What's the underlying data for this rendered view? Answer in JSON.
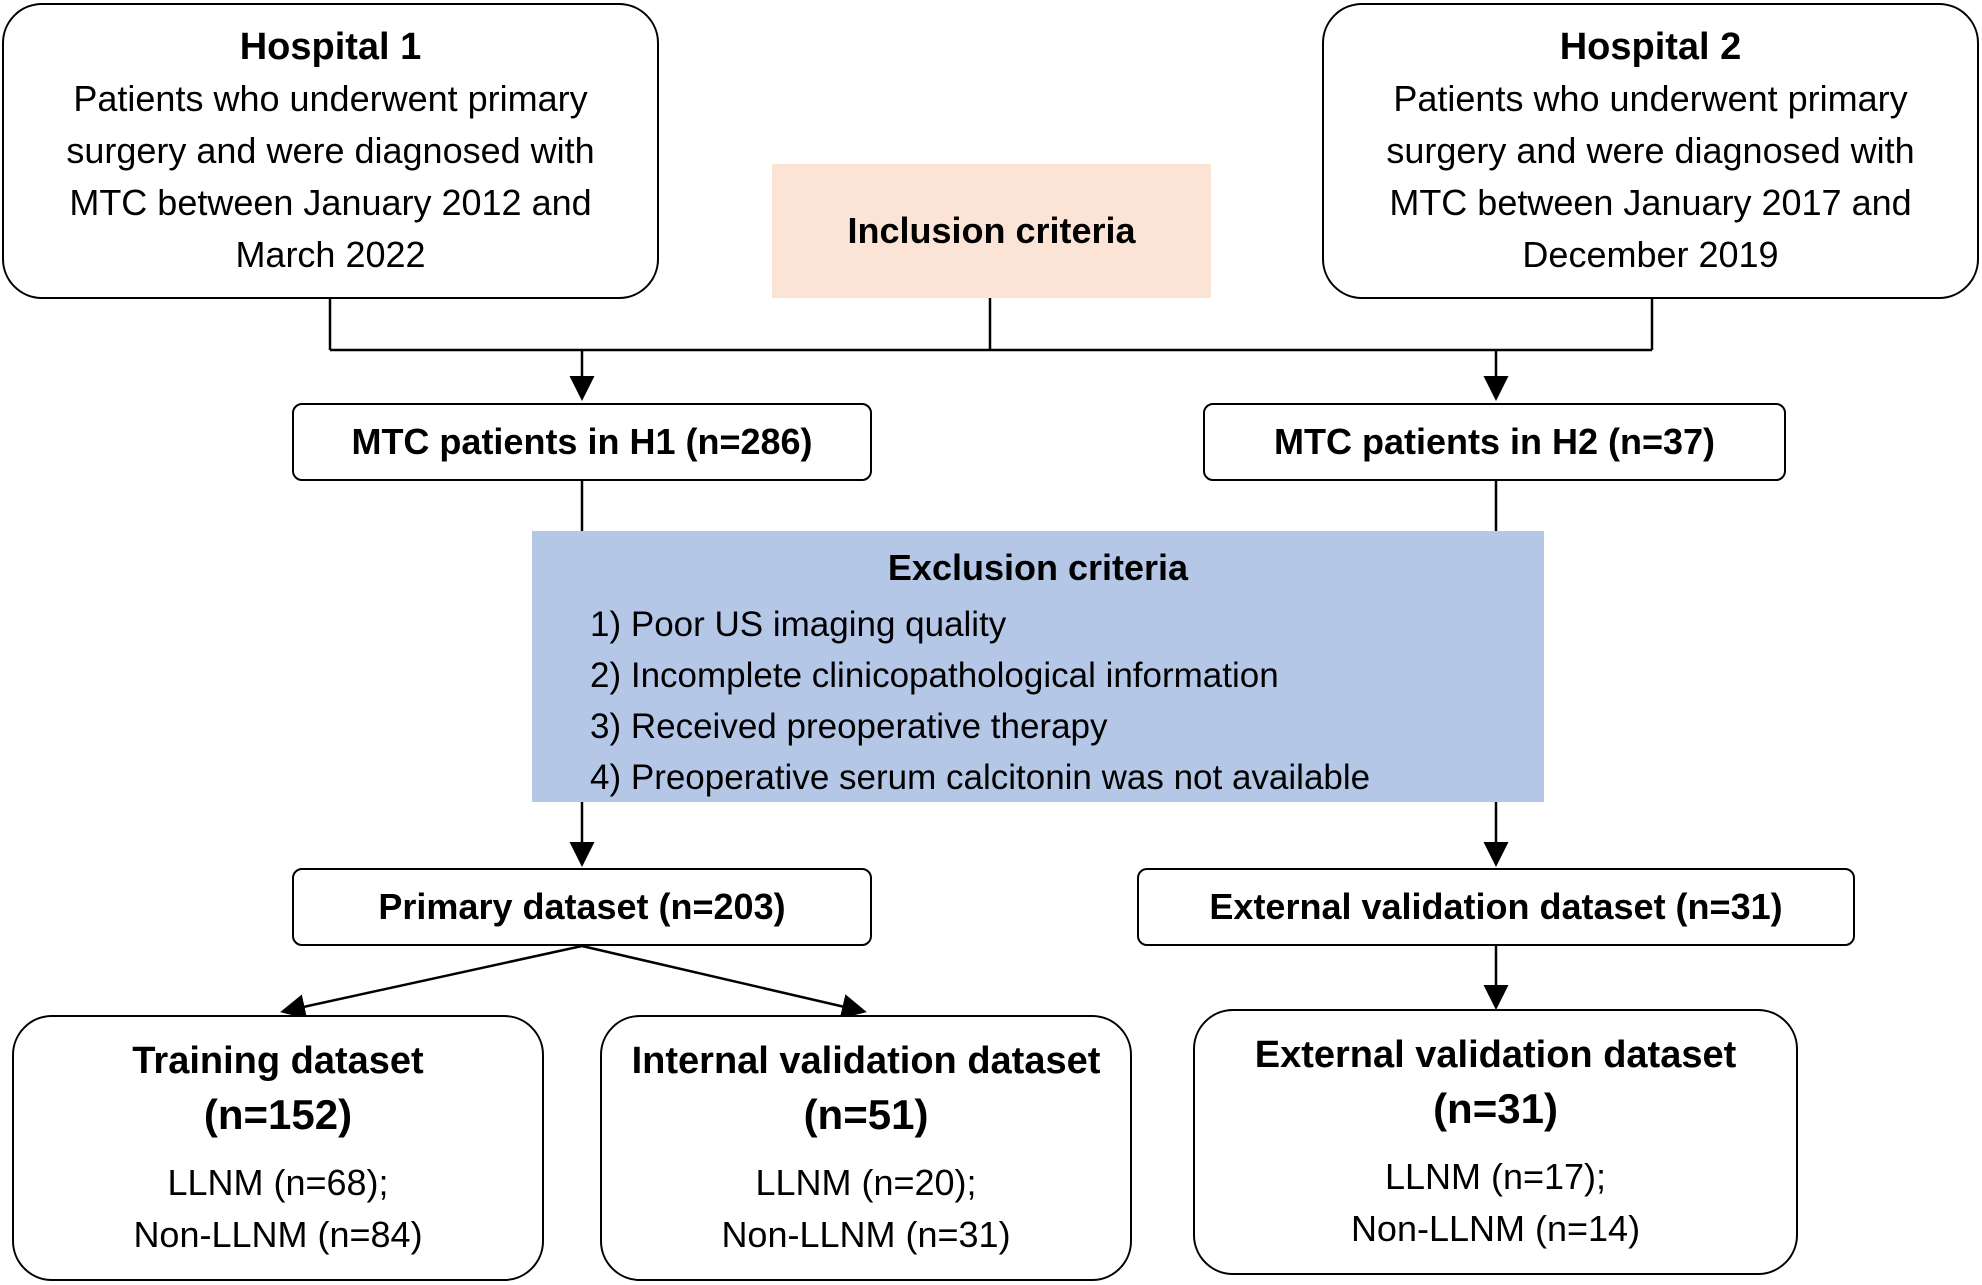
{
  "hospital1": {
    "title": "Hospital 1",
    "lines": [
      "Patients who underwent primary",
      "surgery and were diagnosed with",
      "MTC between January 2012 and",
      "March 2022"
    ]
  },
  "hospital2": {
    "title": "Hospital 2",
    "lines": [
      "Patients who underwent primary",
      "surgery and were diagnosed with",
      "MTC between January 2017 and",
      "December 2019"
    ]
  },
  "inclusion": {
    "label": "Inclusion criteria"
  },
  "h1_patients": {
    "label": "MTC patients in H1 (n=286)"
  },
  "h2_patients": {
    "label": "MTC patients in H2 (n=37)"
  },
  "exclusion": {
    "title": "Exclusion criteria",
    "items": [
      "1) Poor US imaging quality",
      "2) Incomplete clinicopathological information",
      "3) Received preoperative therapy",
      "4) Preoperative serum calcitonin was not available"
    ]
  },
  "primary": {
    "label": "Primary dataset (n=203)"
  },
  "external_mid": {
    "label": "External validation dataset (n=31)"
  },
  "training": {
    "title": "Training dataset",
    "n": "(n=152)",
    "llnm": "LLNM (n=68);",
    "non_llnm": "Non-LLNM (n=84)"
  },
  "internal": {
    "title": "Internal validation dataset",
    "n": "(n=51)",
    "llnm": "LLNM (n=20);",
    "non_llnm": "Non-LLNM (n=31)"
  },
  "external": {
    "title": "External validation dataset",
    "n": "(n=31)",
    "llnm": "LLNM (n=17);",
    "non_llnm": "Non-LLNM (n=14)"
  }
}
